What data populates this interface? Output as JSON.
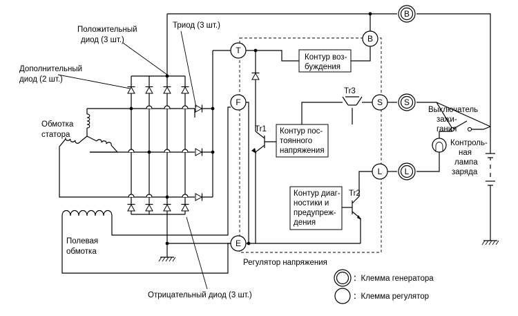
{
  "labels": {
    "positive_diode_l1": "Положительный",
    "positive_diode_l2": "диод (3 шт.)",
    "triode": "Триод (3 шт.)",
    "extra_diode_l1": "Дополнительный",
    "extra_diode_l2": "диод (2 шт.)",
    "stator_l1": "Обмотка",
    "stator_l2": "статора",
    "field_l1": "Полевая",
    "field_l2": "обмотка",
    "negative_diode": "Отрицательный диод (3 шт.)",
    "regulator": "Регулятор напряжения",
    "switch_l1": "Выключатель",
    "switch_l2": "зажи-",
    "switch_l3": "гания",
    "lamp_l1": "Контроль-",
    "lamp_l2": "ная",
    "lamp_l3": "лампа",
    "lamp_l4": "заряда"
  },
  "boxes": {
    "excitation_l1": "Контур воз-",
    "excitation_l2": "буждения",
    "constv_l1": "Контур пос-",
    "constv_l2": "тоянного",
    "constv_l3": "напряжения",
    "diag_l1": "Контур диаг-",
    "diag_l2": "ностики и",
    "diag_l3": "предупреж-",
    "diag_l4": "дения"
  },
  "terminals": {
    "B": "B",
    "T": "T",
    "F": "F",
    "S": "S",
    "L": "L",
    "E": "E"
  },
  "transistors": {
    "tr1": "Tr1",
    "tr2": "Tr2",
    "tr3": "Tr3"
  },
  "legend": {
    "generator": "：Клемма генератора",
    "regulator": "：Клемма регулятор"
  }
}
